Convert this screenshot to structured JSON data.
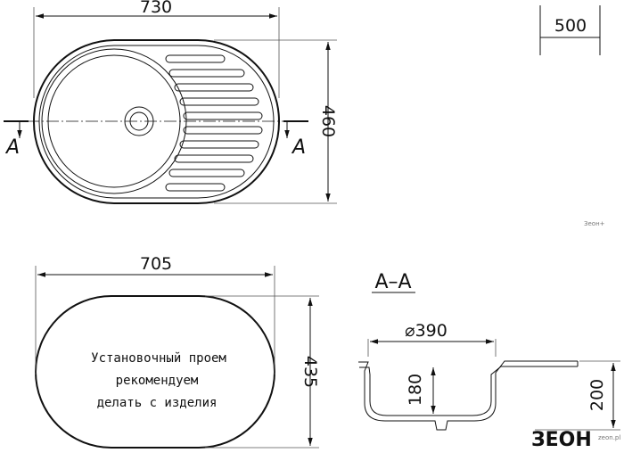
{
  "top_view": {
    "width_label": "730",
    "height_label": "460",
    "section_mark": "A"
  },
  "depth_box": {
    "label": "500"
  },
  "cutout_view": {
    "width_label": "705",
    "height_label": "435",
    "note_lines": [
      "Установочный проем",
      "рекомендуем",
      "делать с изделия"
    ]
  },
  "section_view": {
    "title": "A–A",
    "diameter_label": "⌀390",
    "bowl_depth_label": "180",
    "total_depth_label": "200"
  },
  "brand": {
    "logo": "ЗЕОН",
    "subtext": "zeon.pl",
    "watermark": "Зеон+"
  }
}
